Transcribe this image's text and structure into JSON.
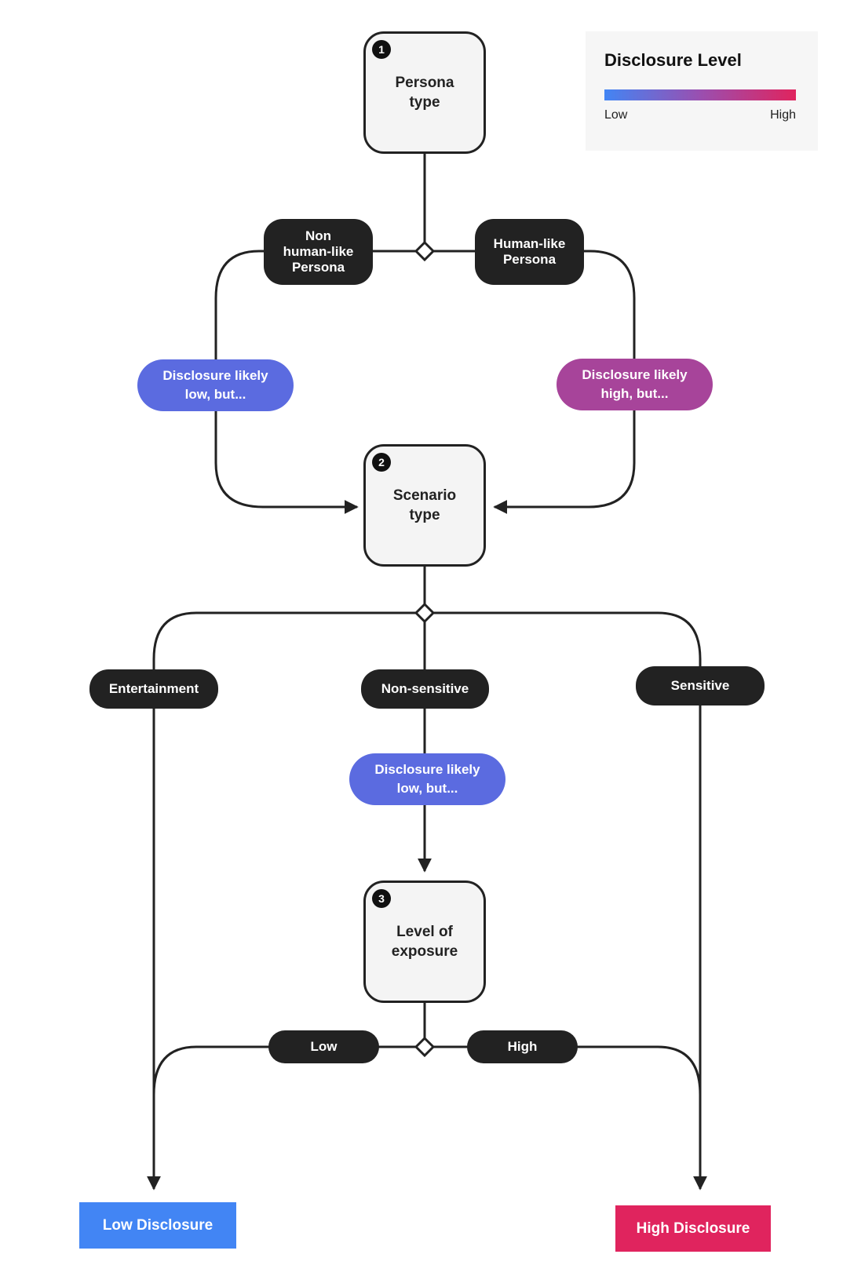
{
  "legend": {
    "title": "Disclosure Level",
    "low_label": "Low",
    "high_label": "High",
    "gradient": [
      "#4285f4",
      "#e0245e"
    ]
  },
  "nodes": [
    {
      "number": "1",
      "label": "Persona\ntype"
    },
    {
      "number": "2",
      "label": "Scenario\ntype"
    },
    {
      "number": "3",
      "label": "Level of\nexposure"
    }
  ],
  "persona_branches": {
    "non_human": "Non\nhuman-like\nPersona",
    "human": "Human-like\nPersona"
  },
  "persona_hints": {
    "low": "Disclosure likely\nlow, but...",
    "high": "Disclosure likely\nhigh, but..."
  },
  "scenario_branches": {
    "entertainment": "Entertainment",
    "non_sensitive": "Non-sensitive",
    "sensitive": "Sensitive"
  },
  "scenario_hint": "Disclosure likely\nlow, but...",
  "exposure_branches": {
    "low": "Low",
    "high": "High"
  },
  "outcomes": {
    "low": "Low Disclosure",
    "high": "High Disclosure"
  },
  "colors": {
    "low_hint": "#5b6be0",
    "high_hint": "#a7449a",
    "low_outcome": "#4285f4",
    "high_outcome": "#e0245e",
    "pill": "#222222"
  }
}
